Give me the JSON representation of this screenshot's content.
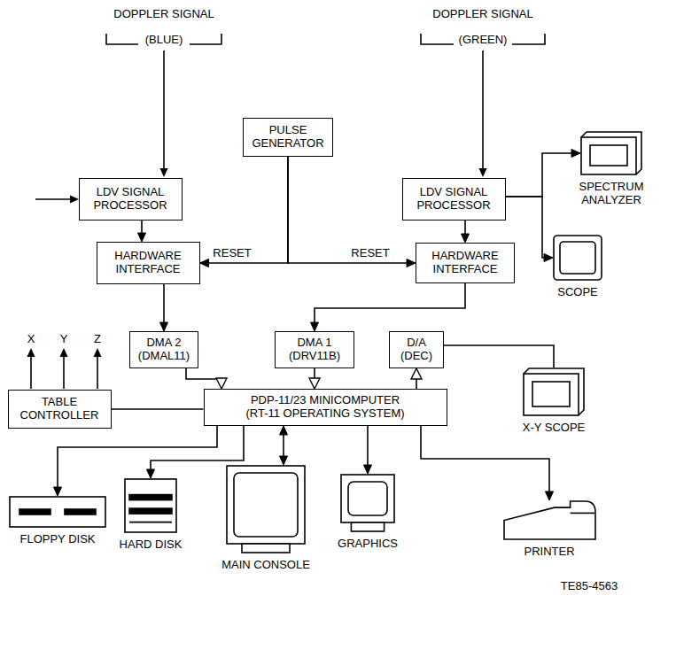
{
  "diagram": {
    "nodes": [
      {
        "text": [
          "PULSE GENERATOR"
        ]
      },
      {
        "text": [
          "LDV SIGNAL PROCESSOR"
        ]
      },
      {
        "text": [
          "LDV SIGNAL PROCESSOR"
        ]
      },
      {
        "text": [
          "SPECTRUM ANALYZER"
        ]
      },
      {
        "text": [
          "HARDWARE INTERFACE"
        ]
      },
      {
        "text": [
          "HARDWARE INTERFACE"
        ]
      },
      {
        "text": [
          "SCOPE"
        ]
      },
      {
        "text": [
          "DMA 2",
          "(DMAL11)"
        ]
      },
      {
        "text": [
          "DMA 1",
          "(DRV11B)"
        ]
      },
      {
        "text": [
          "D/A",
          "(DEC)"
        ]
      },
      {
        "text": [
          "TABLE CONTROLLER"
        ]
      },
      {
        "text": [
          "PDP-11/23 MINICOMPUTER",
          "(RT-11 OPERATING SYSTEM)"
        ]
      },
      {
        "text": [
          "X-Y SCOPE"
        ]
      },
      {
        "text": [
          "FLOPPY DISK"
        ]
      },
      {
        "text": [
          "HARD DISK"
        ]
      },
      {
        "text": [
          "MAIN CONSOLE"
        ]
      },
      {
        "text": [
          "GRAPHICS"
        ]
      },
      {
        "text": [
          "PRINTER"
        ]
      }
    ],
    "edges": [
      {
        "from": 1,
        "to": 4,
        "arrow": "to"
      },
      {
        "from": 2,
        "to": 5,
        "arrow": "to"
      },
      {
        "from": 2,
        "to": 3,
        "arrow": "to"
      },
      {
        "from": 2,
        "to": 6,
        "arrow": "to"
      },
      {
        "from": 0,
        "to": 4,
        "label": "RESET",
        "arrow": "to"
      },
      {
        "from": 0,
        "to": 5,
        "label": "RESET",
        "arrow": "to"
      },
      {
        "from": 4,
        "to": 7,
        "arrow": "to"
      },
      {
        "from": 5,
        "to": 8,
        "arrow": "to"
      },
      {
        "from": 7,
        "to": 11,
        "arrow": "to"
      },
      {
        "from": 8,
        "to": 11,
        "arrow": "to"
      },
      {
        "from": 11,
        "to": 9,
        "arrow": "to"
      },
      {
        "from": 9,
        "to": 12,
        "arrow": "none"
      },
      {
        "from": 10,
        "to": 11,
        "arrow": "none"
      },
      {
        "from": 11,
        "to": 13,
        "arrow": "to"
      },
      {
        "from": 11,
        "to": 14,
        "arrow": "to"
      },
      {
        "from": 11,
        "to": 15,
        "arrow": "both"
      },
      {
        "from": 11,
        "to": 16,
        "arrow": "to"
      },
      {
        "from": 11,
        "to": 17,
        "arrow": "to"
      }
    ],
    "labels": [
      "DOPPLER SIGNAL",
      "(BLUE)",
      "DOPPLER SIGNAL",
      "(GREEN)",
      "X",
      "Y",
      "Z",
      "TE85-4563"
    ]
  }
}
